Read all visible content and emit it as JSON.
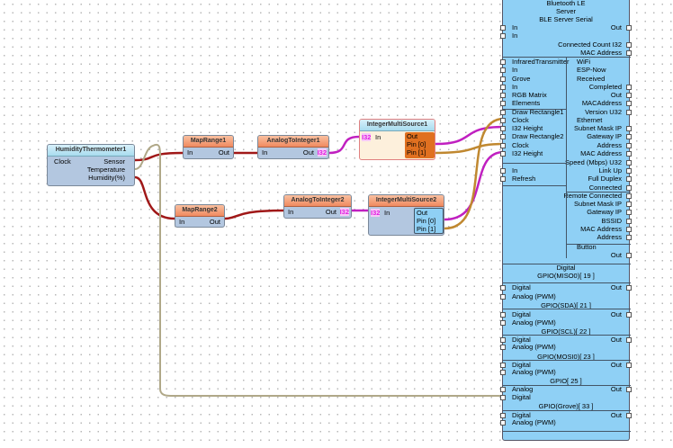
{
  "nodes": {
    "humidity": {
      "title": "HumidityThermometer1",
      "clock": "Clock",
      "sensor": "Sensor",
      "temperature": "Temperature",
      "humidity": "Humidity(%)"
    },
    "map1": {
      "title": "MapRange1",
      "in": "In",
      "out": "Out"
    },
    "map2": {
      "title": "MapRange2",
      "in": "In",
      "out": "Out"
    },
    "a2i1": {
      "title": "AnalogToInteger1",
      "in": "In",
      "out": "Out",
      "type": "I32"
    },
    "a2i2": {
      "title": "AnalogToInteger2",
      "in": "In",
      "out": "Out",
      "type": "I32"
    },
    "ims1": {
      "title": "IntegerMultiSource1",
      "in": "In",
      "out": "Out",
      "pin0": "Pin [0]",
      "pin1": "Pin [1]",
      "type": "I32"
    },
    "ims2": {
      "title": "IntegerMultiSource2",
      "in": "In",
      "out": "Out",
      "pin0": "Pin [0]",
      "pin1": "Pin [1]",
      "type": "I32"
    }
  },
  "board": {
    "rows": [
      {
        "text": "Bluetooth LE",
        "a": "c"
      },
      {
        "text": "Server",
        "a": "c"
      },
      {
        "text": "BLE Server Serial",
        "a": "c"
      },
      {
        "text": "In",
        "a": "l"
      },
      {
        "text": "Out",
        "a": "r"
      },
      {
        "text": "In",
        "a": "l"
      },
      {
        "text": "Connected Count I32",
        "a": "r"
      },
      {
        "text": "MAC Address",
        "a": "r"
      },
      {
        "text": "InfraredTransmitter",
        "a": "l"
      },
      {
        "text": "In",
        "a": "l"
      },
      {
        "text": "Grove",
        "a": "l"
      },
      {
        "text": "In",
        "a": "l"
      },
      {
        "text": "RGB Matrix",
        "a": "l"
      },
      {
        "text": "Elements",
        "a": "l"
      },
      {
        "text": "Draw Rectangle1",
        "a": "l"
      },
      {
        "text": "Clock",
        "a": "l"
      },
      {
        "text": "I32 Height",
        "a": "l"
      },
      {
        "text": "Draw Rectangle2",
        "a": "l"
      },
      {
        "text": "Clock",
        "a": "l"
      },
      {
        "text": "I32 Height",
        "a": "l"
      },
      {
        "text": "In",
        "a": "l"
      },
      {
        "text": "Refresh",
        "a": "l"
      },
      {
        "text": "WiFi",
        "a": "m"
      },
      {
        "text": "ESP-Now",
        "a": "m"
      },
      {
        "text": "Received",
        "a": "m"
      },
      {
        "text": "Completed",
        "a": "r"
      },
      {
        "text": "Out",
        "a": "r"
      },
      {
        "text": "MACAddress",
        "a": "r"
      },
      {
        "text": "Version U32",
        "a": "r"
      },
      {
        "text": "Ethernet",
        "a": "m"
      },
      {
        "text": "Subnet Mask IP",
        "a": "r"
      },
      {
        "text": "Gateway IP",
        "a": "r"
      },
      {
        "text": "Address",
        "a": "r"
      },
      {
        "text": "MAC Address",
        "a": "r"
      },
      {
        "text": "Speed (Mbps) U32",
        "a": "r"
      },
      {
        "text": "Link Up",
        "a": "r"
      },
      {
        "text": "Full Duplex",
        "a": "r"
      },
      {
        "text": "Connected",
        "a": "r"
      },
      {
        "text": "Remote Connected",
        "a": "r"
      },
      {
        "text": "Subnet Mask IP",
        "a": "r"
      },
      {
        "text": "Gateway IP",
        "a": "r"
      },
      {
        "text": "BSSID",
        "a": "r"
      },
      {
        "text": "MAC Address",
        "a": "r"
      },
      {
        "text": "Address",
        "a": "r"
      },
      {
        "text": "Button",
        "a": "m"
      },
      {
        "text": "Out",
        "a": "r"
      },
      {
        "text": "Digital",
        "a": "c"
      },
      {
        "text": "GPIO(MISO0)[ 19 ]",
        "a": "c"
      },
      {
        "text": "Digital",
        "a": "l"
      },
      {
        "text": "Out",
        "a": "r"
      },
      {
        "text": "Analog (PWM)",
        "a": "l"
      },
      {
        "text": "GPIO(SDA)[ 21 ]",
        "a": "c"
      },
      {
        "text": "Digital",
        "a": "l"
      },
      {
        "text": "Out",
        "a": "r"
      },
      {
        "text": "Analog (PWM)",
        "a": "l"
      },
      {
        "text": "GPIO(SCL)[ 22 ]",
        "a": "c"
      },
      {
        "text": "Digital",
        "a": "l"
      },
      {
        "text": "Out",
        "a": "r"
      },
      {
        "text": "Analog (PWM)",
        "a": "l"
      },
      {
        "text": "GPIO(MOSI0)[ 23 ]",
        "a": "c"
      },
      {
        "text": "Digital",
        "a": "l"
      },
      {
        "text": "Out",
        "a": "r"
      },
      {
        "text": "Analog (PWM)",
        "a": "l"
      },
      {
        "text": "GPIO[ 25 ]",
        "a": "c"
      },
      {
        "text": "Analog",
        "a": "l"
      },
      {
        "text": "Out",
        "a": "r"
      },
      {
        "text": "Digital",
        "a": "l"
      },
      {
        "text": "GPIO(Grove)[ 33 ]",
        "a": "c"
      },
      {
        "text": "Digital",
        "a": "l"
      },
      {
        "text": "Out",
        "a": "r"
      },
      {
        "text": "Analog (PWM)",
        "a": "l"
      }
    ]
  },
  "colors": {
    "analog_wire": "#a01818",
    "integer_wire": "#c020c0",
    "clock_wire": "#c08830",
    "digital_wire": "#b0a888",
    "board": "#8fd0f5"
  }
}
